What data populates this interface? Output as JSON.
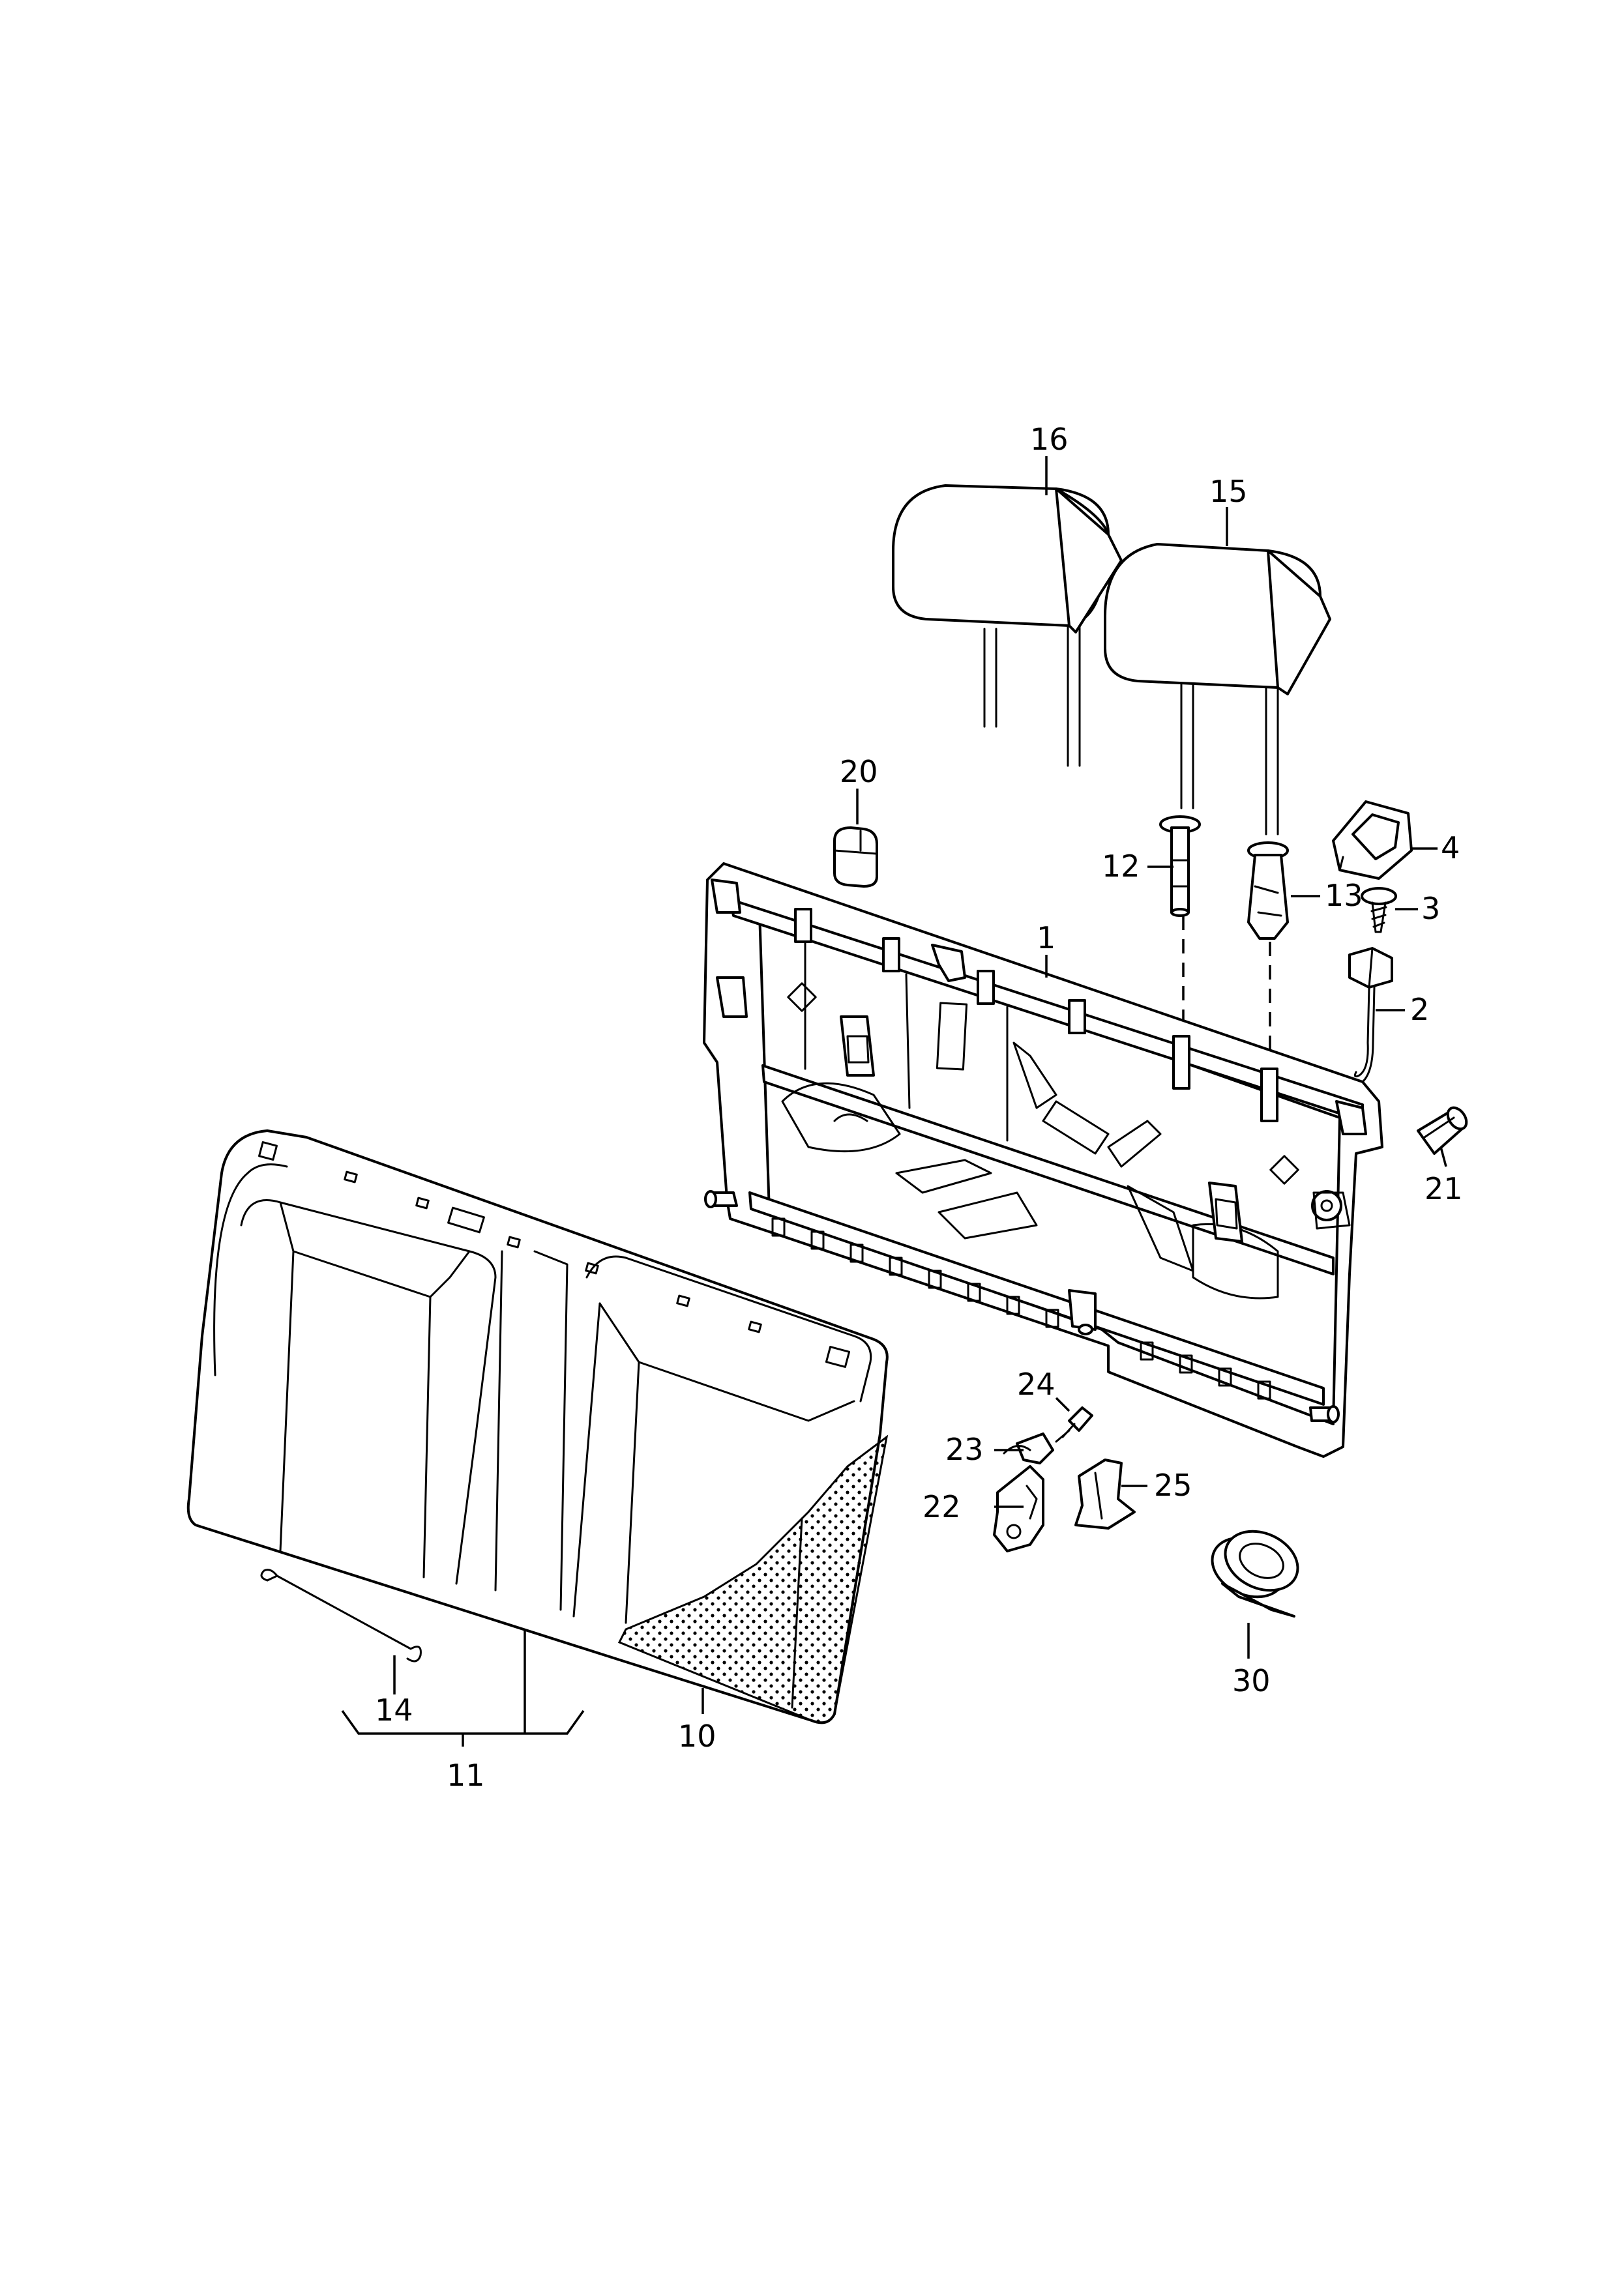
{
  "callouts": {
    "c1": "1",
    "c2": "2",
    "c3": "3",
    "c4": "4",
    "c10": "10",
    "c11": "11",
    "c12": "12",
    "c13": "13",
    "c14": "14",
    "c15": "15",
    "c16": "16",
    "c20": "20",
    "c21": "21",
    "c22": "22",
    "c23": "23",
    "c24": "24",
    "c25": "25",
    "c30": "30"
  }
}
